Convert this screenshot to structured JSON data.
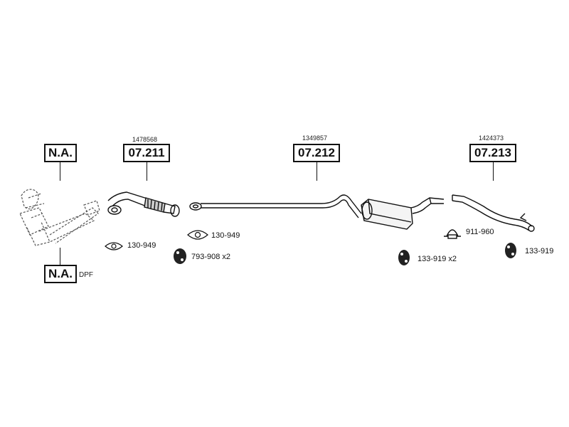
{
  "groups": [
    {
      "code": "N.A.",
      "part_number": ""
    },
    {
      "code": "07.211",
      "part_number": "1478568"
    },
    {
      "code": "07.212",
      "part_number": "1349857"
    },
    {
      "code": "07.213",
      "part_number": "1424373"
    }
  ],
  "lower_group": {
    "code": "N.A.",
    "note": "DPF"
  },
  "accessories": [
    {
      "label": "130-949",
      "icon": "gasket-icon"
    },
    {
      "label": "130-949",
      "icon": "gasket-icon"
    },
    {
      "label": "793-908 x2",
      "icon": "rubber-mount-icon"
    },
    {
      "label": "133-919 x2",
      "icon": "rubber-mount-icon"
    },
    {
      "label": "911-960",
      "icon": "clamp-icon"
    },
    {
      "label": "133-919",
      "icon": "rubber-mount-icon"
    }
  ]
}
